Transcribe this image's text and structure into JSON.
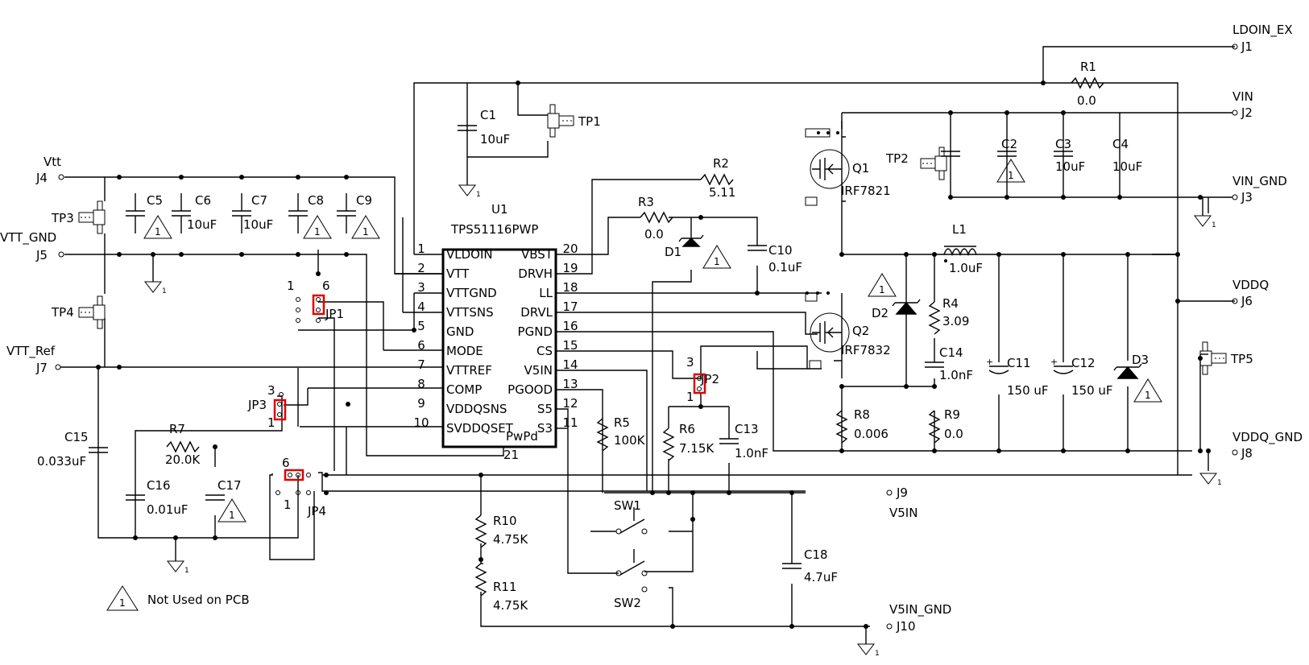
{
  "ic": {
    "ref": "U1",
    "part": "TPS51116PWP",
    "pad_label": "PwPd",
    "pad_number": "21",
    "left_pins": [
      {
        "num": "1",
        "name": "VLDOIN"
      },
      {
        "num": "2",
        "name": "VTT"
      },
      {
        "num": "3",
        "name": "VTTGND"
      },
      {
        "num": "4",
        "name": "VTTSNS"
      },
      {
        "num": "5",
        "name": "GND"
      },
      {
        "num": "6",
        "name": "MODE"
      },
      {
        "num": "7",
        "name": "VTTREF"
      },
      {
        "num": "8",
        "name": "COMP"
      },
      {
        "num": "9",
        "name": "VDDQSNS"
      },
      {
        "num": "10",
        "name": "SVDDQSET"
      }
    ],
    "right_pins": [
      {
        "num": "20",
        "name": "VBST"
      },
      {
        "num": "19",
        "name": "DRVH"
      },
      {
        "num": "18",
        "name": "LL"
      },
      {
        "num": "17",
        "name": "DRVL"
      },
      {
        "num": "16",
        "name": "PGND"
      },
      {
        "num": "15",
        "name": "CS"
      },
      {
        "num": "14",
        "name": "V5IN"
      },
      {
        "num": "13",
        "name": "PGOOD"
      },
      {
        "num": "12",
        "name": "S5"
      },
      {
        "num": "11",
        "name": "S3"
      }
    ]
  },
  "connectors": {
    "j1": {
      "net": "LDOIN_EX",
      "ref": "J1"
    },
    "j2": {
      "net": "VIN",
      "ref": "J2"
    },
    "j3": {
      "net": "VIN_GND",
      "ref": "J3"
    },
    "j4": {
      "net": "Vtt",
      "ref": "J4"
    },
    "j5": {
      "net": "VTT_GND",
      "ref": "J5"
    },
    "j6": {
      "net": "VDDQ",
      "ref": "J6"
    },
    "j7": {
      "net": "VTT_Ref",
      "ref": "J7"
    },
    "j8": {
      "net": "VDDQ_GND",
      "ref": "J8"
    },
    "j9": {
      "net": "V5IN",
      "ref": "J9"
    },
    "j10": {
      "net": "V5IN_GND",
      "ref": "J10"
    }
  },
  "parts": {
    "c1": {
      "ref": "C1",
      "value": "10uF"
    },
    "c2": {
      "ref": "C2"
    },
    "c3": {
      "ref": "C3",
      "value": "10uF"
    },
    "c4": {
      "ref": "C4",
      "value": "10uF"
    },
    "c5": {
      "ref": "C5"
    },
    "c6": {
      "ref": "C6",
      "value": "10uF"
    },
    "c7": {
      "ref": "C7",
      "value": "10uF"
    },
    "c8": {
      "ref": "C8"
    },
    "c9": {
      "ref": "C9"
    },
    "c10": {
      "ref": "C10",
      "value": "0.1uF"
    },
    "c11": {
      "ref": "C11",
      "value": "150 uF"
    },
    "c12": {
      "ref": "C12",
      "value": "150 uF"
    },
    "c13": {
      "ref": "C13",
      "value": "1.0nF"
    },
    "c14": {
      "ref": "C14",
      "value": "1.0nF"
    },
    "c15": {
      "ref": "C15",
      "value": "0.033uF"
    },
    "c16": {
      "ref": "C16",
      "value": "0.01uF"
    },
    "c17": {
      "ref": "C17"
    },
    "c18": {
      "ref": "C18",
      "value": "4.7uF"
    },
    "r1": {
      "ref": "R1",
      "value": "0.0"
    },
    "r2": {
      "ref": "R2",
      "value": "5.11"
    },
    "r3": {
      "ref": "R3",
      "value": "0.0"
    },
    "r4": {
      "ref": "R4",
      "value": "3.09"
    },
    "r5": {
      "ref": "R5",
      "value": "100K"
    },
    "r6": {
      "ref": "R6",
      "value": "7.15K"
    },
    "r7": {
      "ref": "R7",
      "value": "20.0K"
    },
    "r8": {
      "ref": "R8",
      "value": "0.006"
    },
    "r9": {
      "ref": "R9",
      "value": "0.0"
    },
    "r10": {
      "ref": "R10",
      "value": "4.75K"
    },
    "r11": {
      "ref": "R11",
      "value": "4.75K"
    },
    "l1": {
      "ref": "L1",
      "value": "1.0uF"
    },
    "q1": {
      "ref": "Q1",
      "part": "IRF7821"
    },
    "q2": {
      "ref": "Q2",
      "part": "IRF7832"
    },
    "d1": {
      "ref": "D1"
    },
    "d2": {
      "ref": "D2"
    },
    "d3": {
      "ref": "D3"
    },
    "tp1": {
      "ref": "TP1"
    },
    "tp2": {
      "ref": "TP2"
    },
    "tp3": {
      "ref": "TP3"
    },
    "tp4": {
      "ref": "TP4"
    },
    "tp5": {
      "ref": "TP5"
    },
    "jp1": {
      "ref": "JP1",
      "pin_a": "1",
      "pin_b": "6"
    },
    "jp2": {
      "ref": "JP2",
      "pin_a": "3",
      "pin_b": "1"
    },
    "jp3": {
      "ref": "JP3",
      "pin_a": "3",
      "pin_b": "1"
    },
    "jp4": {
      "ref": "JP4",
      "pin_a": "6",
      "pin_b": "1"
    },
    "sw1": {
      "ref": "SW1"
    },
    "sw2": {
      "ref": "SW2"
    }
  },
  "note": {
    "symbol": "1",
    "text": "Not Used on PCB"
  }
}
